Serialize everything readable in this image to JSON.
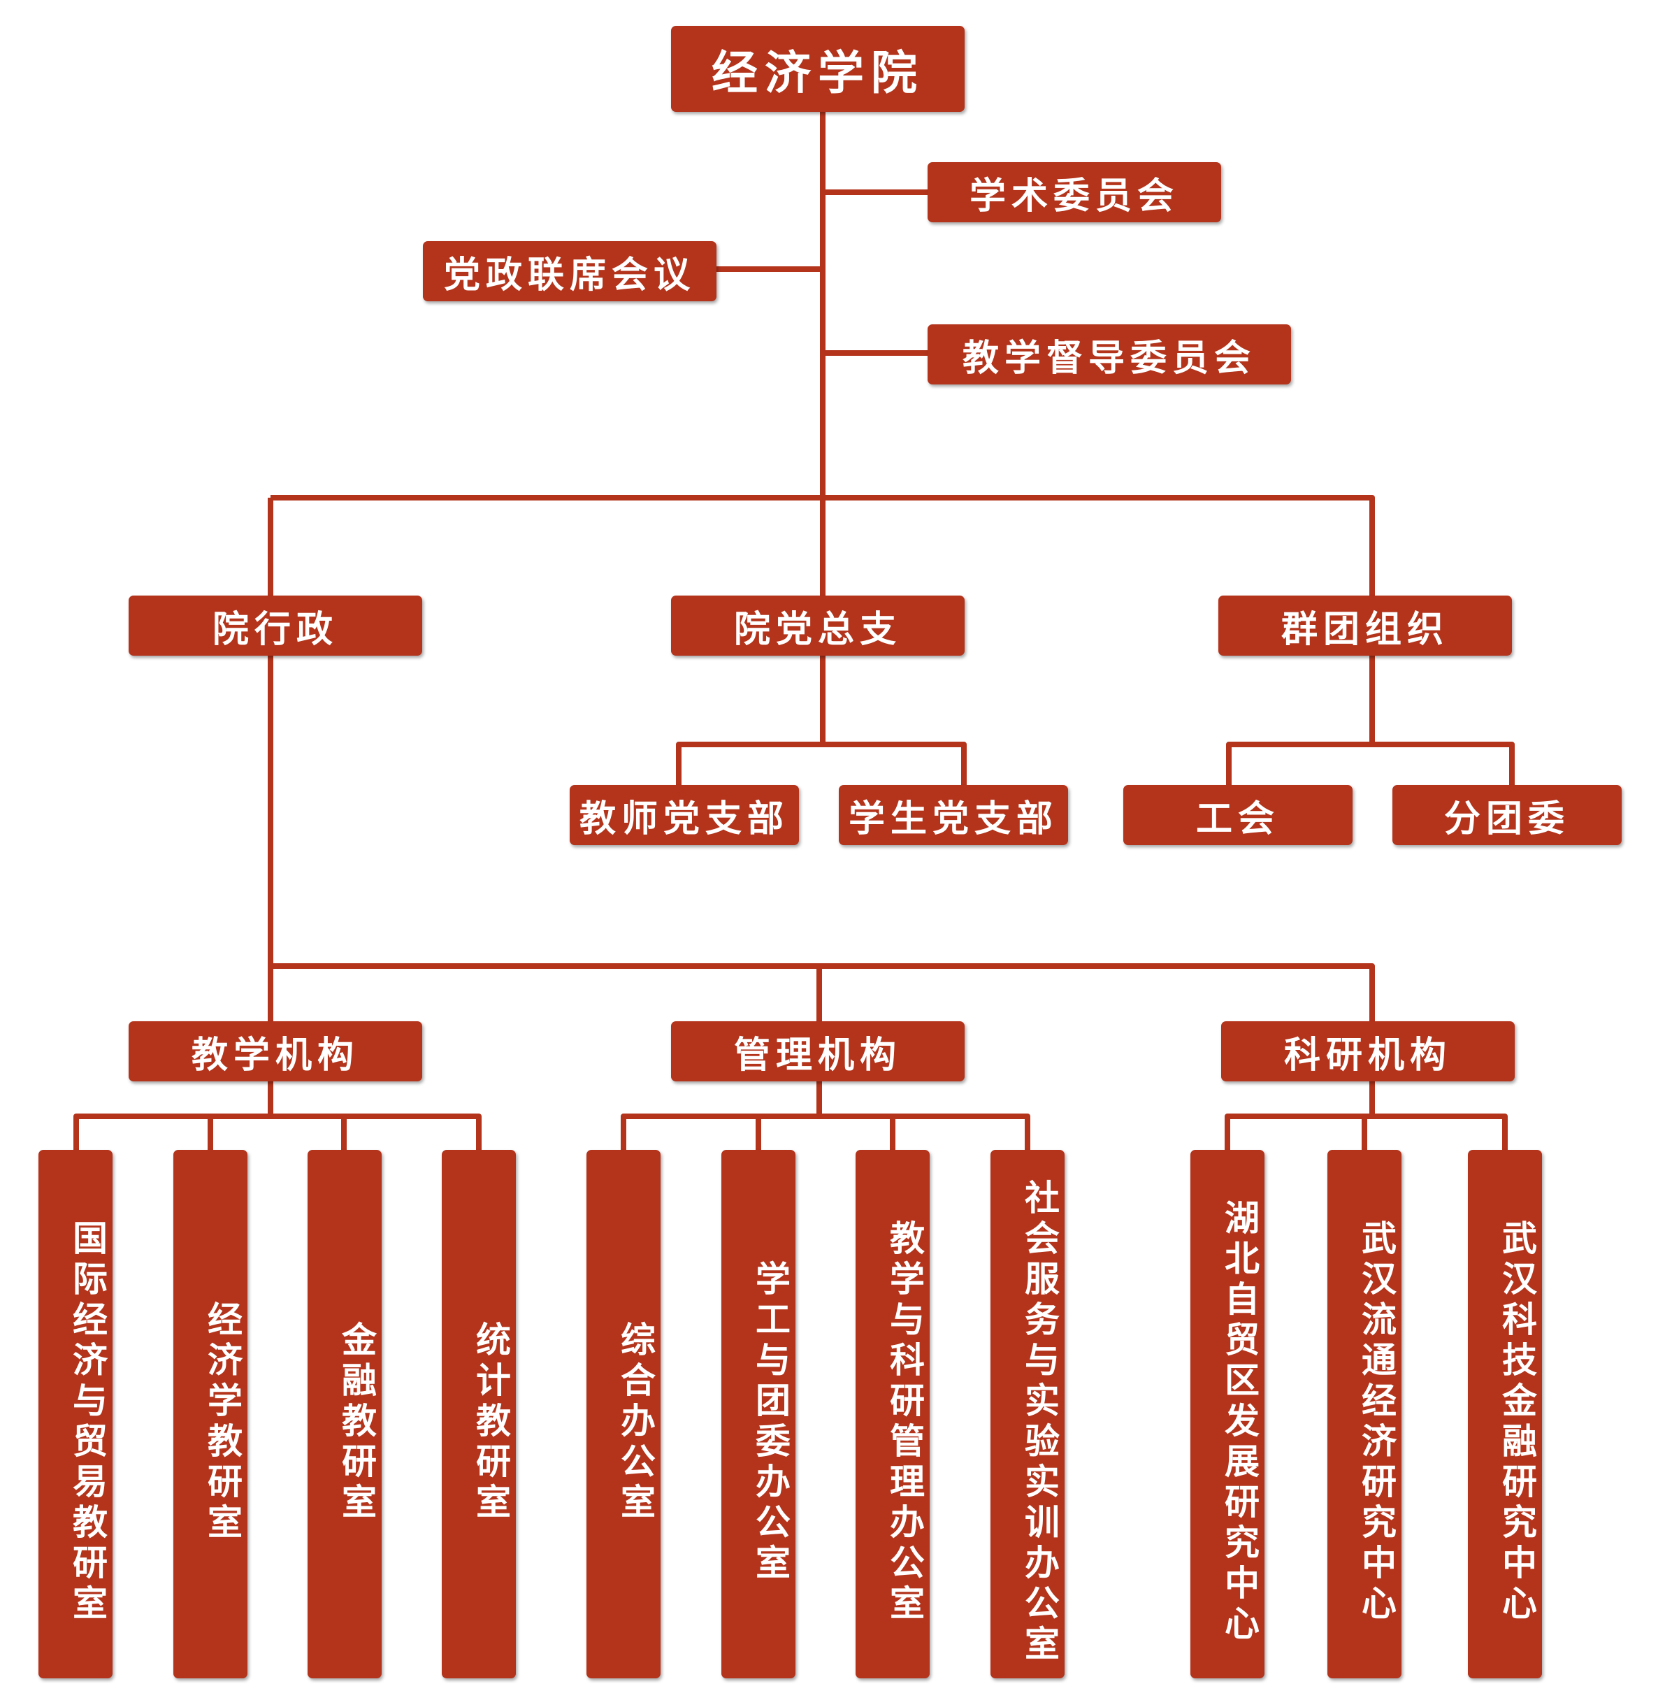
{
  "root": "经济学院",
  "side_committees": {
    "academic_committee": "学术委员会",
    "party_admin_meeting": "党政联席会议",
    "teaching_supervision_committee": "教学督导委员会"
  },
  "branches": {
    "admin": "院行政",
    "party": "院党总支",
    "mass_org": "群团组织"
  },
  "party_children": [
    "教师党支部",
    "学生党支部"
  ],
  "mass_children": [
    "工会",
    "分团委"
  ],
  "categories": {
    "teaching": "教学机构",
    "management": "管理机构",
    "research": "科研机构"
  },
  "teaching_units": [
    "国际经济与贸易教研室",
    "经济学教研室",
    "金融教研室",
    "统计教研室"
  ],
  "management_units": [
    "综合办公室",
    "学工与团委办公室",
    "教学与科研管理办公室",
    "社会服务与实验实训办公室"
  ],
  "research_units": [
    "湖北自贸区发展研究中心",
    "武汉流通经济研究中心",
    "武汉科技金融研究中心"
  ],
  "colors": {
    "box": "#B3331B",
    "line": "#B3331B",
    "text": "#FFFFFF"
  }
}
